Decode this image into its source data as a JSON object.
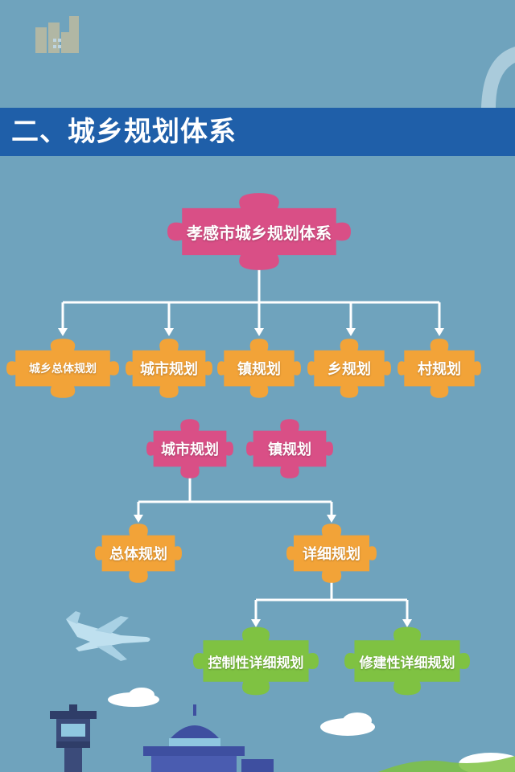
{
  "banner": {
    "title": "二、城乡规划体系"
  },
  "colors": {
    "background": "#6fa3bd",
    "banner": "#1f5fa9",
    "pink": "#d94f86",
    "orange": "#f2a338",
    "green": "#7fc242",
    "connector": "#ffffff"
  },
  "diagram": {
    "root": {
      "label": "孝感市城乡规划体系"
    },
    "level1": [
      {
        "label": "城乡总体规划"
      },
      {
        "label": "城市规划"
      },
      {
        "label": "镇规划"
      },
      {
        "label": "乡规划"
      },
      {
        "label": "村规划"
      }
    ],
    "level2": [
      {
        "label": "城市规划"
      },
      {
        "label": "镇规划"
      }
    ],
    "level3": [
      {
        "label": "总体规划"
      },
      {
        "label": "详细规划"
      }
    ],
    "level4": [
      {
        "label": "控制性详细规划"
      },
      {
        "label": "修建性详细规划"
      }
    ]
  },
  "icons": [
    "building-icon",
    "airplane-icon",
    "control-tower-icon",
    "terminal-dome-icon",
    "cloud-icon"
  ]
}
